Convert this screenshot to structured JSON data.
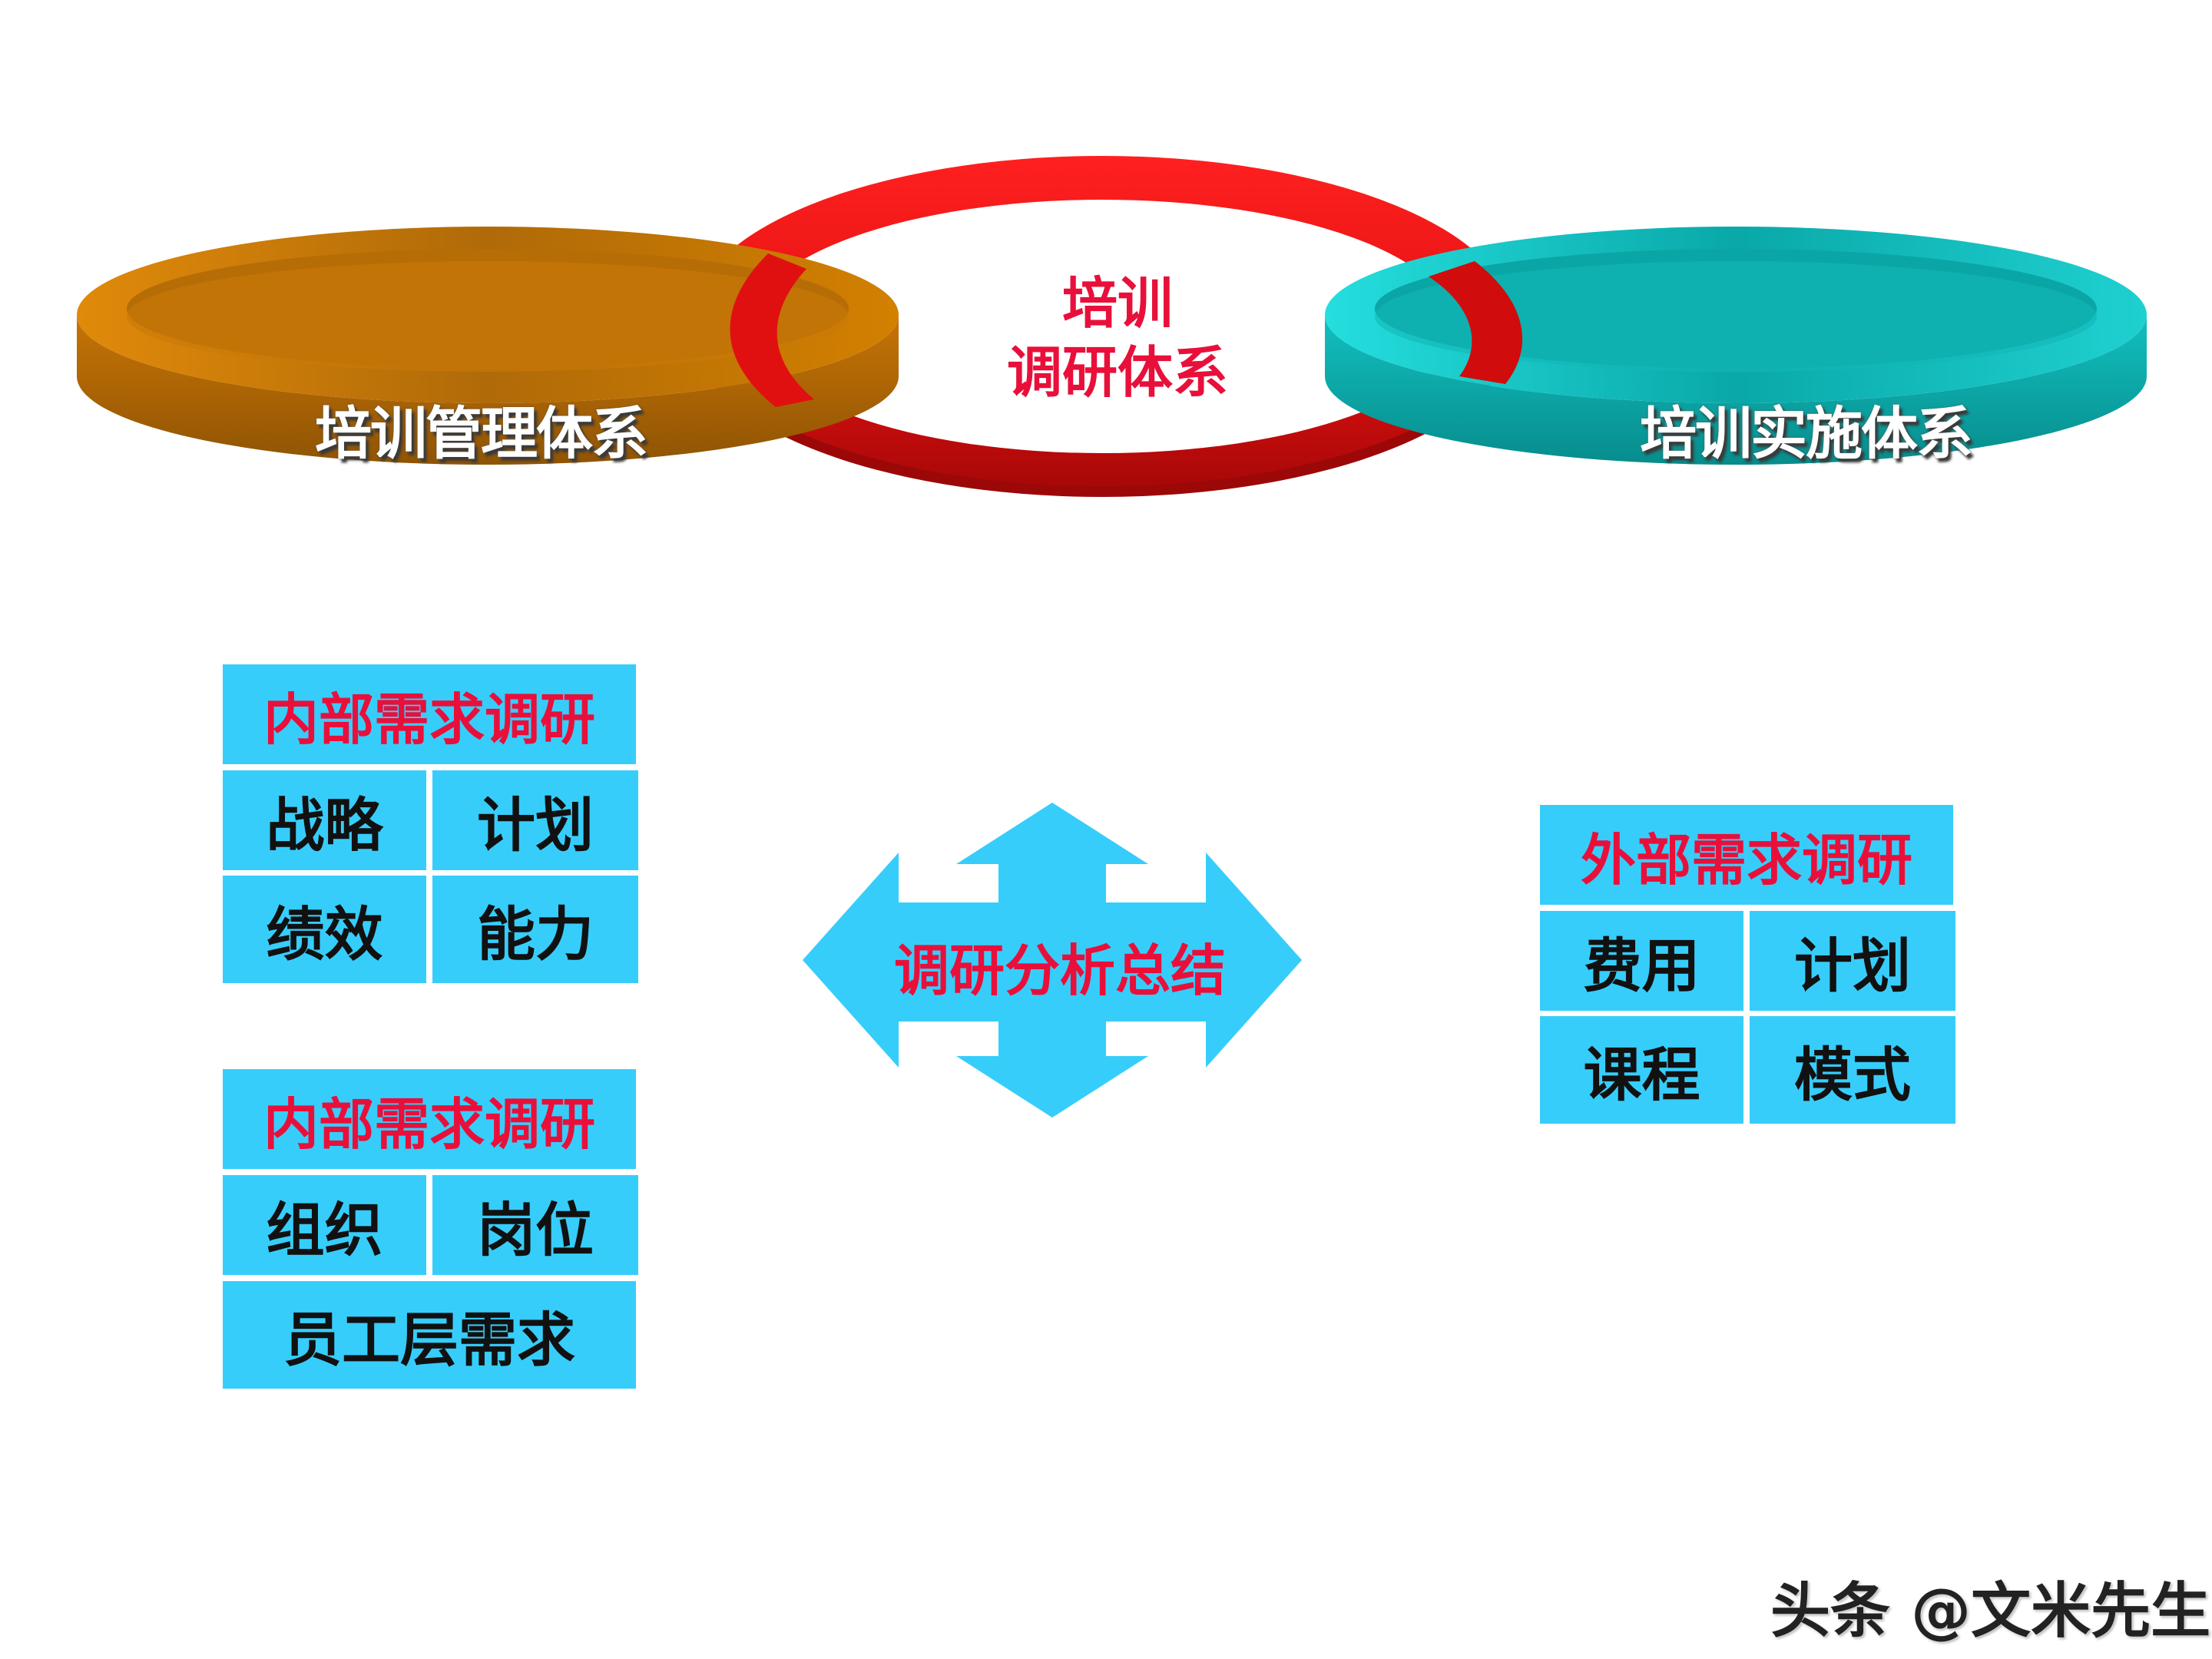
{
  "rings": {
    "left": {
      "label": "培训管理体系",
      "color": "#c77a0a"
    },
    "center": {
      "line1": "培训",
      "line2": "调研体系",
      "color": "#e0101e"
    },
    "right": {
      "label": "培训实施体系",
      "color": "#14c8c8"
    }
  },
  "internal_group_1": {
    "title": "内部需求调研",
    "cells": [
      "战略",
      "计划",
      "绩效",
      "能力"
    ]
  },
  "internal_group_2": {
    "title": "内部需求调研",
    "cells": [
      "组织",
      "岗位"
    ],
    "bottom": "员工层需求"
  },
  "external_group": {
    "title": "外部需求调研",
    "cells": [
      "费用",
      "计划",
      "课程",
      "模式"
    ]
  },
  "center_arrow": {
    "label": "调研分析总结",
    "color": "#37cdfb"
  },
  "watermark": "头条 @文米先生",
  "colors": {
    "cell_bg": "#37cdfb",
    "header_text": "#e8103a"
  }
}
